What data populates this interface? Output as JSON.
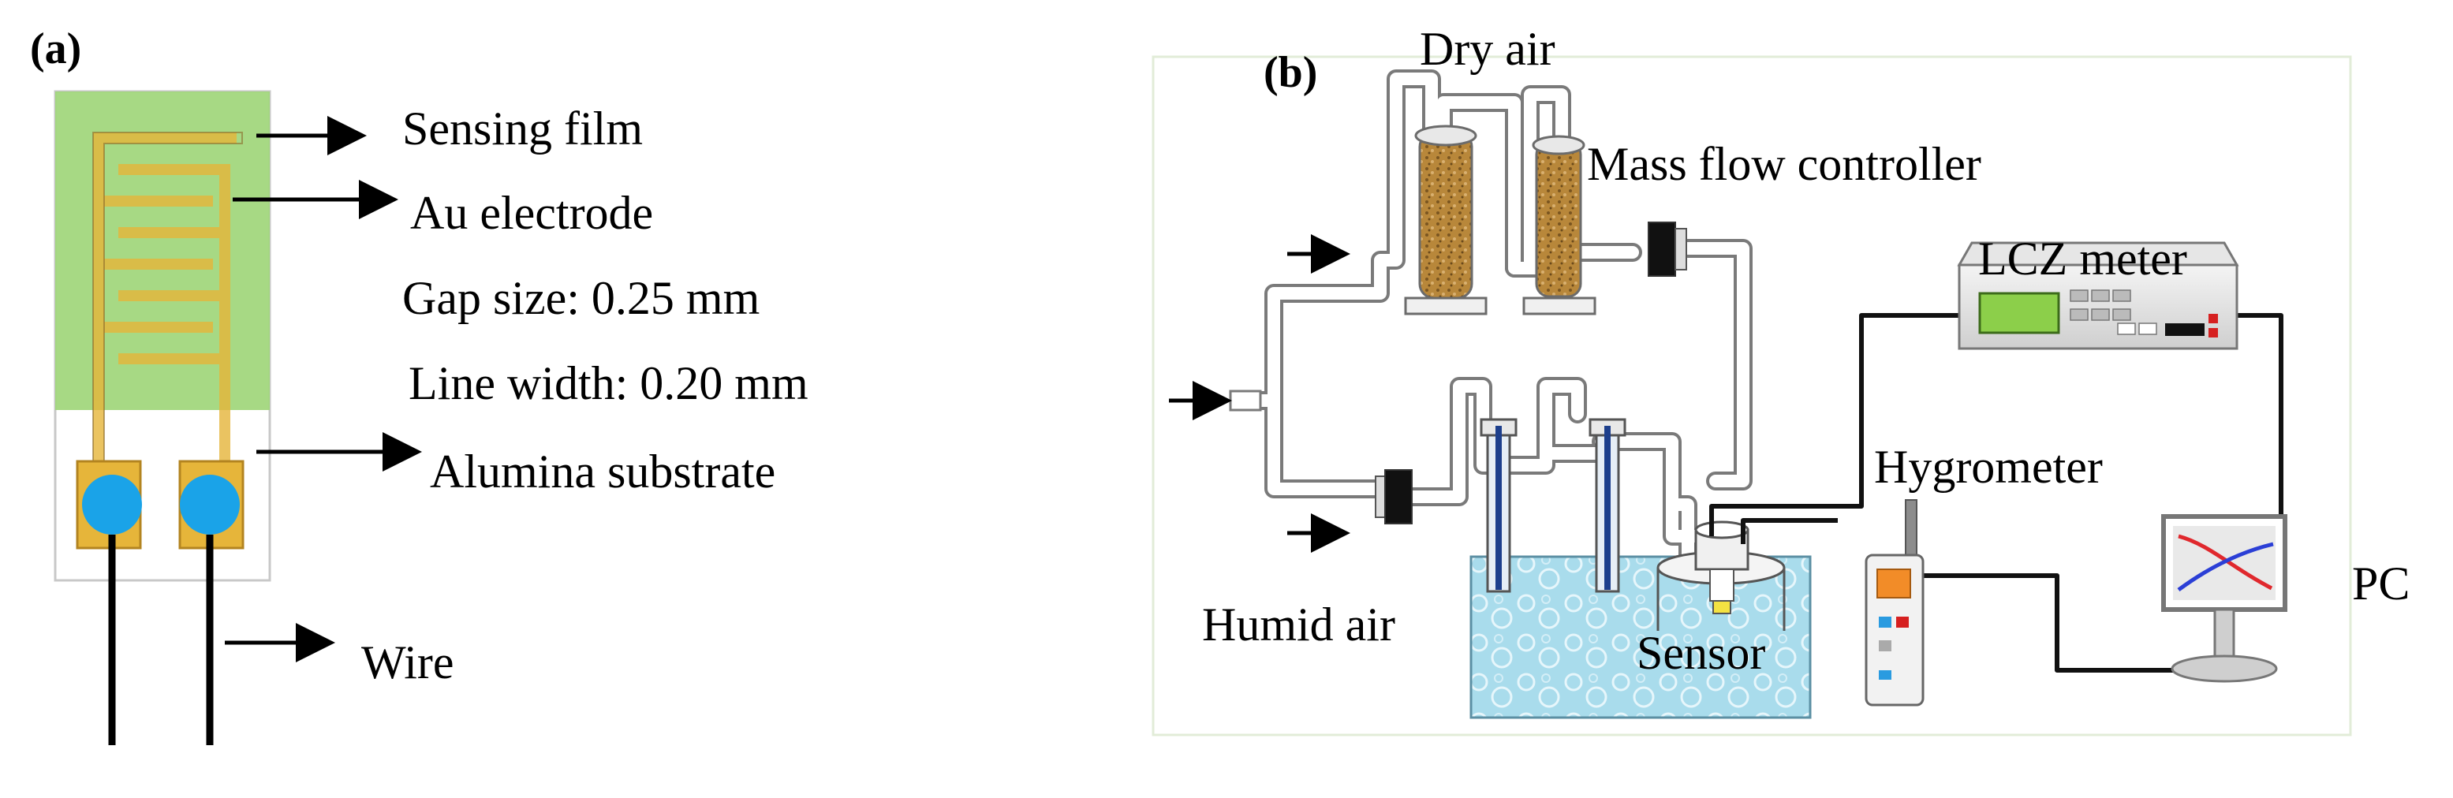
{
  "panel_a": {
    "label": "(a)",
    "callouts": {
      "sensing_film": "Sensing film",
      "electrode": "Au electrode",
      "gap_size": "Gap size: 0.25 mm",
      "line_width": "Line width: 0.20 mm",
      "substrate": "Alumina substrate",
      "wire": "Wire"
    },
    "colors": {
      "sensing_film": "#9fd67a",
      "substrate": "#ffffff",
      "electrode": "#e6b53a",
      "pad": "#1aa3e8",
      "wire": "#000000"
    }
  },
  "panel_b": {
    "label": "(b)",
    "labels": {
      "dry_air": "Dry air",
      "mass_flow_controller": "Mass flow controller",
      "lcz_meter": "LCZ meter",
      "hygrometer": "Hygrometer",
      "humid_air": "Humid air",
      "sensor": "Sensor",
      "pc": "PC"
    },
    "colors": {
      "water": "#a9dcec",
      "desiccant": "#b8873a",
      "meter_display": "#8ccf4a",
      "hygrometer_display": "#f28c28",
      "plot_red": "#e0282d",
      "plot_blue": "#2b3fd6"
    }
  }
}
